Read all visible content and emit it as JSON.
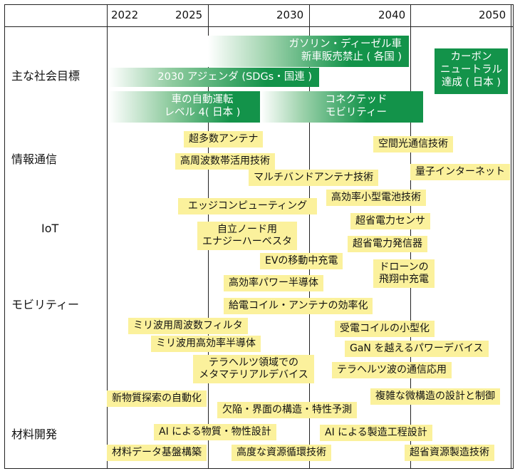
{
  "years": [
    "2022",
    "2025",
    "2030",
    "2040",
    "2050"
  ],
  "categories": {
    "social_goals": "主な社会目標",
    "info_comm": "情報通信",
    "iot": "IoT",
    "mobility": "モビリティー",
    "materials": "材料開発"
  },
  "green_bars": {
    "gasoline": [
      "ガソリン・ディーゼル車",
      "新車販売禁止 ( 各国 )"
    ],
    "agenda": "2030 アジェンダ (SDGs・国連 )",
    "autonomous": [
      "車の自動運転",
      "レベル 4( 日本 )"
    ],
    "connected": [
      "コネクテッド",
      "モビリティー"
    ],
    "carbon": [
      "カーボン",
      "ニュートラル",
      "達成 ( 日本 )"
    ]
  },
  "tech_items": {
    "many_antenna": "超多数アンテナ",
    "space_optical": "空間光通信技術",
    "high_freq": "高周波数帯活用技術",
    "quantum_internet": "量子インターネット",
    "multiband": "マルチバンドアンテナ技術",
    "battery": "高効率小型電池技術",
    "edge": "エッジコンピューティング",
    "sensor": "超省電力センサ",
    "harvester": [
      "自立ノード用",
      "エナジーハーベスタ"
    ],
    "generator": "超省電力発信器",
    "ev_charge": "EVの移動中充電",
    "drone": [
      "ドローンの",
      "飛翔中充電"
    ],
    "power_semi": "高効率パワー半導体",
    "coil_efficiency": "給電コイル・アンテナの効率化",
    "mm_filter": "ミリ波用周波数フィルタ",
    "coil_small": "受電コイルの小型化",
    "mm_semi": "ミリ波用高効率半導体",
    "gan": "GaN を越えるパワーデバイス",
    "metamaterial": [
      "テラヘルツ領域での",
      "メタマテリアルデバイス"
    ],
    "thz_comm": "テラヘルツ波の通信応用",
    "new_material": "新物質探索の自動化",
    "micro_structure": "複雑な微構造の設計と制御",
    "defect": "欠陥・界面の構造・特性予測",
    "ai_material": "AI による物質・物性設計",
    "ai_process": "AI による製造工程設計",
    "database": "材料データ基盤構築",
    "recycling": "高度な資源循環技術",
    "resource_mfg": "超省資源製造技術"
  },
  "colors": {
    "green": "#13934a",
    "yellow": "#fbf19c"
  }
}
